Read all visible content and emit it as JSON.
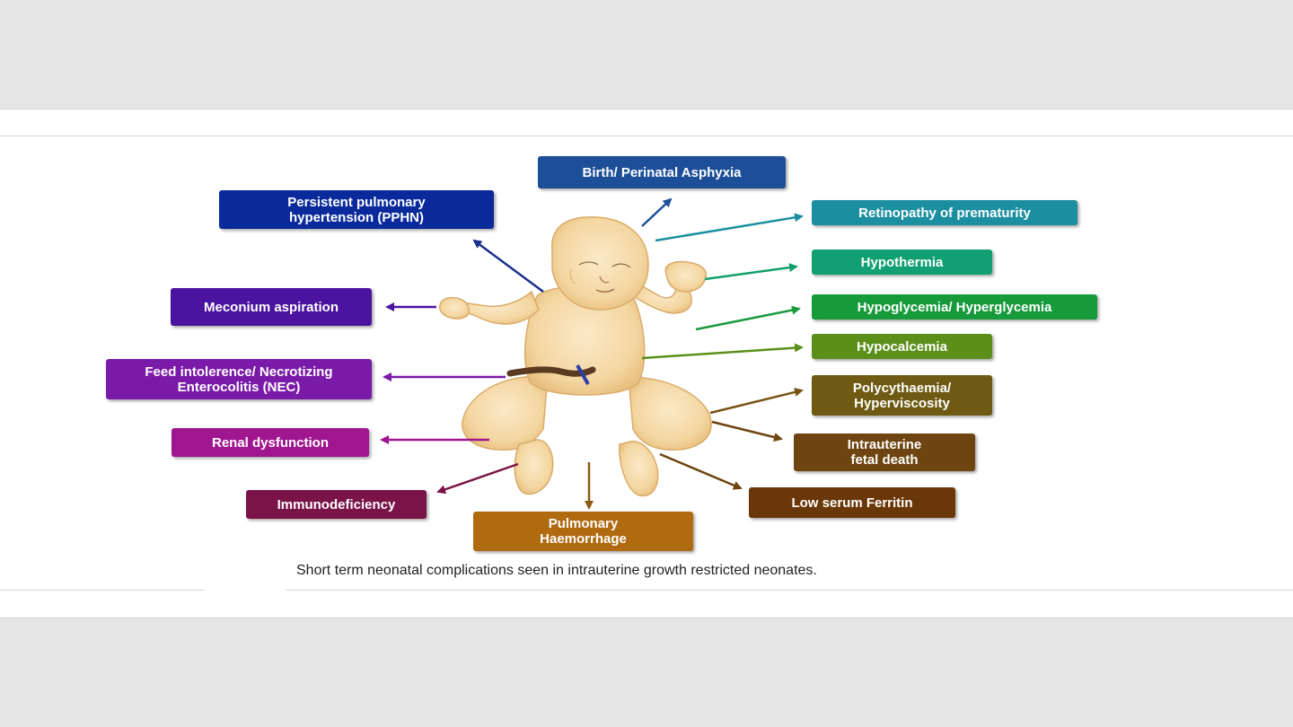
{
  "boxes": {
    "birth_asphyxia": {
      "label": "Birth/ Perinatal Asphyxia",
      "color": "#1d4f99"
    },
    "pphn": {
      "label": "Persistent pulmonary\nhypertension  (PPHN)",
      "color": "#0a2a9c"
    },
    "retinopathy": {
      "label": "Retinopathy of prematurity",
      "color": "#1b8fa0"
    },
    "hypothermia": {
      "label": "Hypothermia",
      "color": "#12a073"
    },
    "hypoglycemia": {
      "label": "Hypoglycemia/  Hyperglycemia",
      "color": "#169a3a"
    },
    "hypocalcemia": {
      "label": "Hypocalcemia",
      "color": "#5b8f1a"
    },
    "meconium": {
      "label": "Meconium aspiration",
      "color": "#4a14a0"
    },
    "nec": {
      "label": "Feed intolerence/ Necrotizing\nEnterocolitis (NEC)",
      "color": "#7a1aa8"
    },
    "polycythaemia": {
      "label": "Polycythaemia/\nHyperviscosity",
      "color": "#6e5a12"
    },
    "renal": {
      "label": "Renal dysfunction",
      "color": "#a0168f"
    },
    "iufd": {
      "label": "Intrauterine\nfetal death",
      "color": "#6e4410"
    },
    "immunodeficiency": {
      "label": "Immunodeficiency",
      "color": "#7a1448"
    },
    "ferritin": {
      "label": "Low serum Ferritin",
      "color": "#6a3808"
    },
    "pulmonary_haemorrhage": {
      "label": "Pulmonary\nHaemorrhage",
      "color": "#b06a10"
    }
  },
  "caption": "Short term neonatal complications seen in intrauterine growth restricted neonates."
}
